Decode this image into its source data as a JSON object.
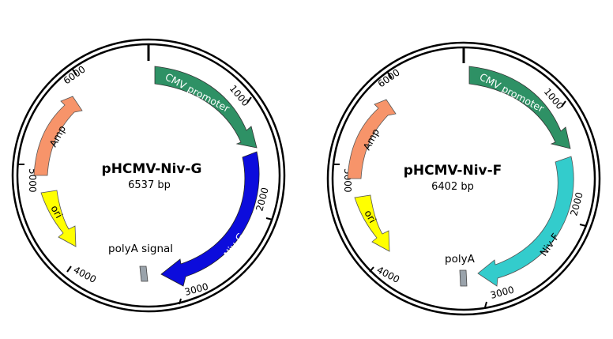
{
  "plasmids": [
    {
      "name": "pHCMV-Niv-G",
      "size": "6537 bp",
      "ticks": [
        {
          "label": "1000"
        },
        {
          "label": "2000"
        },
        {
          "label": "3000"
        },
        {
          "label": "4000"
        },
        {
          "label": "5000"
        },
        {
          "label": "6000"
        }
      ],
      "features": [
        {
          "label": "CMV promoter",
          "color": "#2e9165",
          "text_color": "#ffffff"
        },
        {
          "label": "Niv-G",
          "color": "#0c0cdc",
          "text_color": "#ffffff"
        },
        {
          "label": "Amp",
          "color": "#f7946a",
          "text_color": "#000000"
        },
        {
          "label": "ori",
          "color": "#ffff00",
          "text_color": "#000000"
        }
      ],
      "polyA": {
        "label": "polyA signal",
        "color": "#9aa3ab"
      }
    },
    {
      "name": "pHCMV-Niv-F",
      "size": "6402 bp",
      "ticks": [
        {
          "label": "1000"
        },
        {
          "label": "2000"
        },
        {
          "label": "3000"
        },
        {
          "label": "4000"
        },
        {
          "label": "5000"
        },
        {
          "label": "6000"
        }
      ],
      "features": [
        {
          "label": "CMV promoter",
          "color": "#2e9165",
          "text_color": "#ffffff"
        },
        {
          "label": "Niv-F",
          "color": "#33cccc",
          "text_color": "#000000"
        },
        {
          "label": "Amp",
          "color": "#f7946a",
          "text_color": "#000000"
        },
        {
          "label": "ori",
          "color": "#ffff00",
          "text_color": "#000000"
        }
      ],
      "polyA": {
        "label": "polyA",
        "color": "#9aa3ab"
      }
    }
  ]
}
